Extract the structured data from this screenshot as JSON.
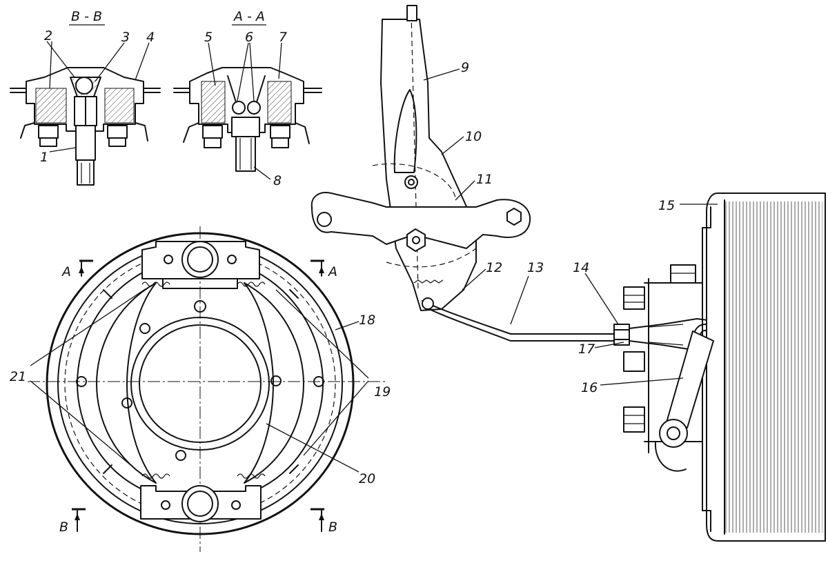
{
  "sections": {
    "bb": "B - B",
    "aa": "A - A",
    "a_mark": "A",
    "b_mark": "B"
  },
  "labels": {
    "n1": "1",
    "n2": "2",
    "n3": "3",
    "n4": "4",
    "n5": "5",
    "n6": "6",
    "n7": "7",
    "n8": "8",
    "n9": "9",
    "n10": "10",
    "n11": "11",
    "n12": "12",
    "n13": "13",
    "n14": "14",
    "n15": "15",
    "n16": "16",
    "n17": "17",
    "n18": "18",
    "n19": "19",
    "n20": "20",
    "n21": "21"
  }
}
